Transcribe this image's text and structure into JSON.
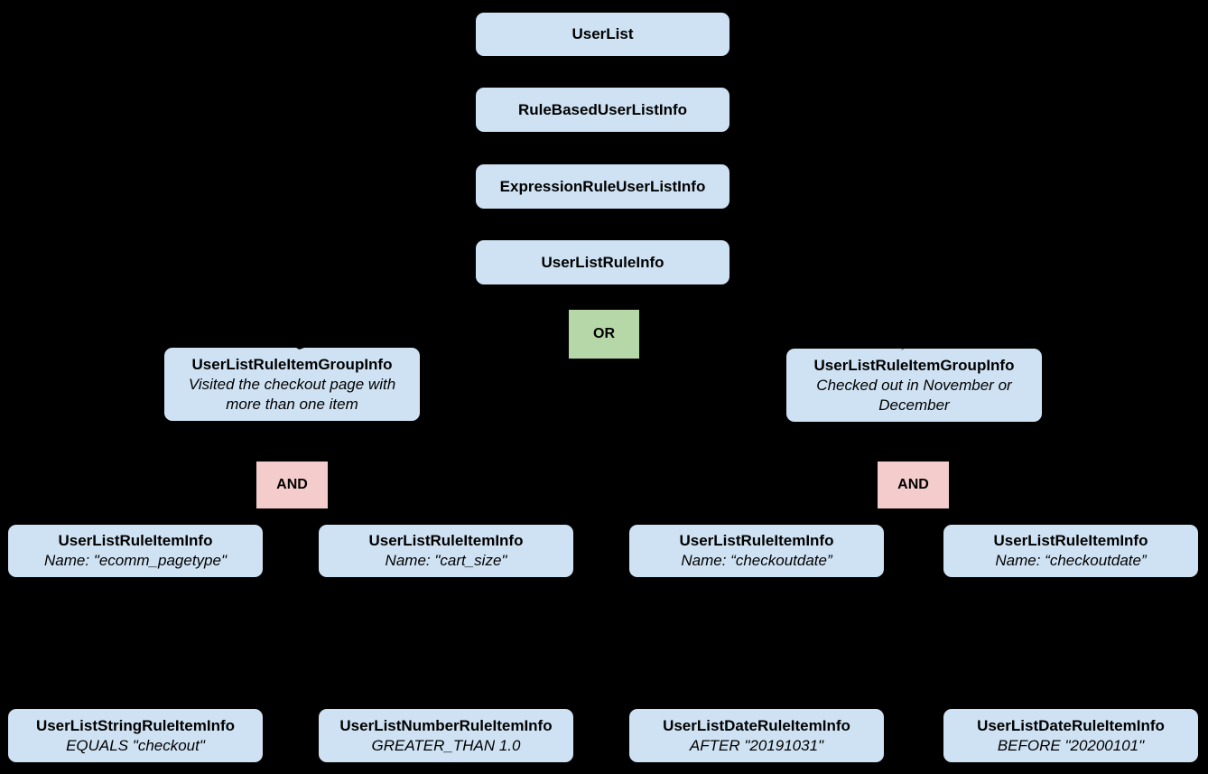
{
  "diagram": {
    "background": "#000000",
    "colors": {
      "node_fill": "#cfe2f3",
      "or_fill": "#b6d7a8",
      "and_fill": "#f4cccc",
      "text": "#000000"
    },
    "operators": {
      "or": "OR",
      "and": "AND"
    },
    "chain": [
      {
        "label": "UserList"
      },
      {
        "label": "RuleBasedUserListInfo"
      },
      {
        "label": "ExpressionRuleUserListInfo"
      },
      {
        "label": "UserListRuleInfo"
      }
    ],
    "groups": [
      {
        "title": "UserListRuleItemGroupInfo",
        "description": "Visited the checkout page with more than one item"
      },
      {
        "title": "UserListRuleItemGroupInfo",
        "description": "Checked out in November or December"
      }
    ],
    "rule_items": [
      {
        "title": "UserListRuleItemInfo",
        "detail": "Name: \"ecomm_pagetype\""
      },
      {
        "title": "UserListRuleItemInfo",
        "detail": "Name: \"cart_size\""
      },
      {
        "title": "UserListRuleItemInfo",
        "detail": "Name: “checkoutdate”"
      },
      {
        "title": "UserListRuleItemInfo",
        "detail": "Name: “checkoutdate”"
      }
    ],
    "leaf_items": [
      {
        "title": "UserListStringRuleItemInfo",
        "detail": "EQUALS \"checkout\""
      },
      {
        "title": "UserListNumberRuleItemInfo",
        "detail": "GREATER_THAN 1.0"
      },
      {
        "title": "UserListDateRuleItemInfo",
        "detail": "AFTER \"20191031\""
      },
      {
        "title": "UserListDateRuleItemInfo",
        "detail": "BEFORE \"20200101\""
      }
    ]
  }
}
